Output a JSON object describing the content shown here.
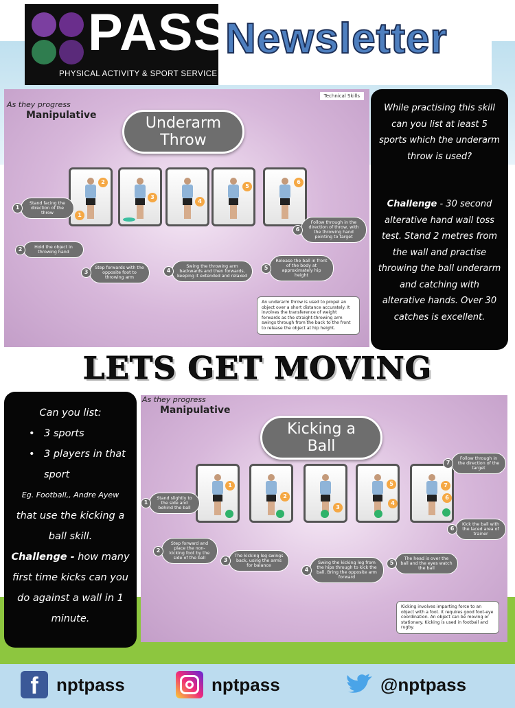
{
  "header": {
    "logo_text": "PASS",
    "logo_subtitle": "PHYSICAL ACTIVITY & SPORT SERVICE",
    "newsletter_title": "Newsletter",
    "ring_colors": [
      "#7b3fa0",
      "#6a2e8c",
      "#2f7d4f",
      "#5a2a7a"
    ]
  },
  "throw_panel": {
    "progress_label": "As they progress",
    "category": "Manipulative",
    "tech_label": "Technical Skills",
    "title_line1": "Underarm",
    "title_line2": "Throw",
    "frame_numbers": [
      [
        "2",
        "1"
      ],
      [
        "3"
      ],
      [
        "4"
      ],
      [
        "5"
      ],
      [
        "6"
      ]
    ],
    "steps": [
      {
        "n": "1",
        "text": "Stand facing the direction of the throw"
      },
      {
        "n": "2",
        "text": "Hold the object in throwing hand"
      },
      {
        "n": "3",
        "text": "Step forwards with the opposite foot to throwing arm"
      },
      {
        "n": "4",
        "text": "Swing the throwing arm backwards and then forwards, keeping it extended and relaxed"
      },
      {
        "n": "5",
        "text": "Release the ball in front of the body at approximately hip height"
      },
      {
        "n": "6",
        "text": "Follow through in the direction of throw, with the throwing hand pointing to target"
      }
    ],
    "description": "An underarm throw is used to propel an object over a short distance accurately. It involves the transference of weight forwards as the straight-throwing arm swings through from the back to the front to release the object at hip height."
  },
  "throw_callout": {
    "question": "While practising this skill can you list at least 5 sports which the underarm throw is used?",
    "challenge_label": "Challenge",
    "challenge_text": " - 30 second alterative hand wall toss test. Stand 2 metres from the wall and practise throwing the ball underarm and catching with alterative hands. Over 30 catches is excellent."
  },
  "banner": {
    "text": "LETS GET MOVING"
  },
  "kick_callout": {
    "intro": "Can you list:",
    "items": [
      "3 sports",
      "3 players in that sport"
    ],
    "example": "Eg. Football,, Andre Ayew",
    "skill_line": "that use the kicking a ball skill.",
    "challenge_label": "Challenge -",
    "challenge_text": " how many first time kicks can you do against a wall in 1 minute."
  },
  "kick_panel": {
    "progress_label": "As they progress",
    "category": "Manipulative",
    "title_line1": "Kicking a",
    "title_line2": "Ball",
    "frame_numbers": [
      [
        "1"
      ],
      [
        "2"
      ],
      [
        "3"
      ],
      [
        "5",
        "4"
      ],
      [
        "7",
        "6"
      ]
    ],
    "steps": [
      {
        "n": "1",
        "text": "Stand slightly to the side and behind the ball"
      },
      {
        "n": "2",
        "text": "Step forward and place the non-kicking foot by the side of the ball"
      },
      {
        "n": "3",
        "text": "The kicking leg swings back, using the arms for balance"
      },
      {
        "n": "4",
        "text": "Swing the kicking leg from the hips through to kick the ball. Bring the opposite arm forward"
      },
      {
        "n": "5",
        "text": "The head is over the ball and the eyes watch the ball"
      },
      {
        "n": "6",
        "text": "Kick the ball with the laced area of trainer"
      },
      {
        "n": "7",
        "text": "Follow through in the direction of the target"
      }
    ],
    "description": "Kicking involves imparting force to an object with a foot. It requires good foot-eye coordination. An object can be moving or stationary. Kicking is used in football and rugby."
  },
  "footer": {
    "facebook": "nptpass",
    "instagram": "nptpass",
    "twitter": "@nptpass",
    "icons": [
      "facebook-icon",
      "instagram-icon",
      "twitter-icon"
    ]
  }
}
